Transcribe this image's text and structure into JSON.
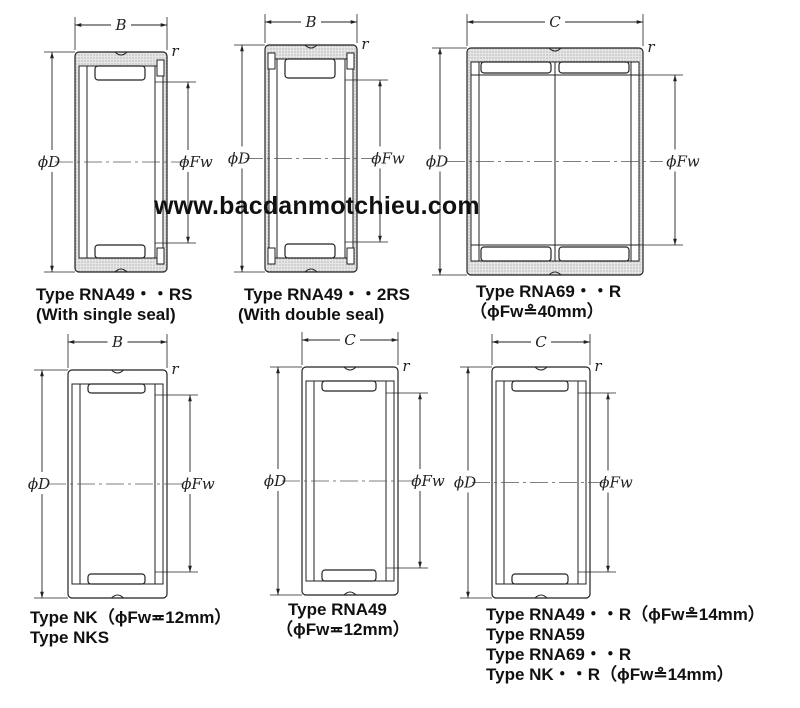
{
  "watermark": "www.bacdanmotchieu.com",
  "symbols": {
    "B": "B",
    "C": "C",
    "D": "ϕD",
    "Fw": "ϕFw",
    "r": "r"
  },
  "bearings": [
    {
      "id": "rna49-rs",
      "width_symbol": "B",
      "caption": [
        "Type RNA49・・RS",
        "(With single seal)"
      ]
    },
    {
      "id": "rna49-2rs",
      "width_symbol": "B",
      "caption": [
        "Type RNA49・・2RS",
        "(With double seal)"
      ]
    },
    {
      "id": "rna69-r",
      "width_symbol": "C",
      "caption": [
        "Type RNA69・・R",
        "（ϕFw≗40mm）"
      ]
    },
    {
      "id": "nk",
      "width_symbol": "B",
      "caption": [
        "Type NK（ϕFw≖12mm）",
        "Type NKS"
      ]
    },
    {
      "id": "rna49",
      "width_symbol": "C",
      "caption": [
        "Type RNA49",
        "（ϕFw≖12mm）"
      ]
    },
    {
      "id": "rna49-r",
      "width_symbol": "C",
      "caption": [
        "Type RNA49・・R（ϕFw≗14mm）",
        "Type RNA59",
        "Type RNA69・・R",
        "Type NK・・R（ϕFw≗14mm）"
      ]
    }
  ]
}
